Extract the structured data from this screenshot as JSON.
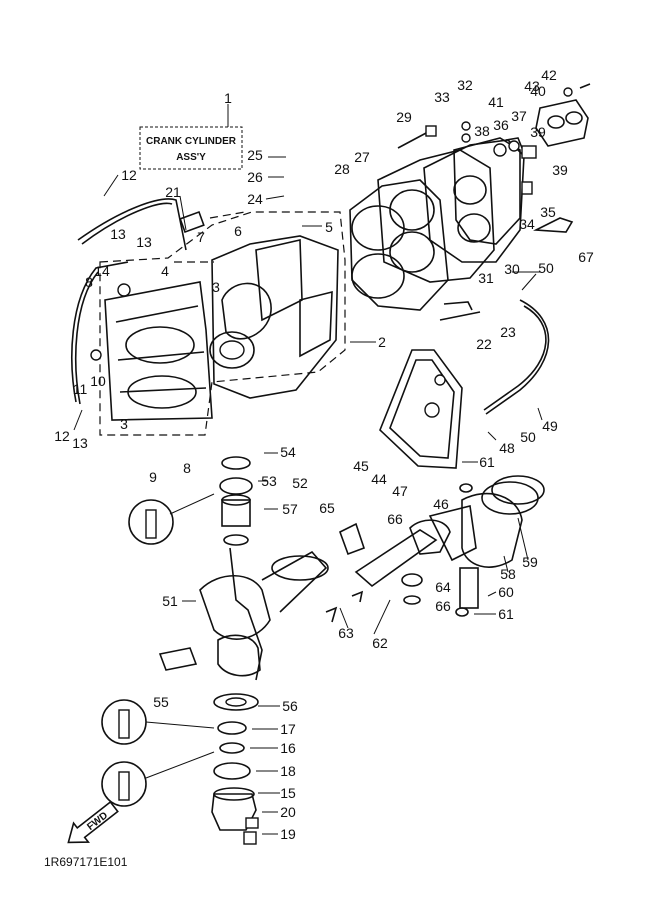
{
  "diagram": {
    "title_box": {
      "line1": "CRANK CYLINDER",
      "line2": "ASS'Y"
    },
    "code": "1R697171E101",
    "fwd_label": "FWD",
    "callouts": [
      "1",
      "2",
      "3",
      "3",
      "4",
      "5",
      "6",
      "7",
      "8",
      "8",
      "9",
      "10",
      "11",
      "12",
      "12",
      "13",
      "13",
      "13",
      "14",
      "15",
      "16",
      "17",
      "18",
      "19",
      "20",
      "21",
      "22",
      "23",
      "24",
      "25",
      "26",
      "27",
      "28",
      "29",
      "30",
      "31",
      "32",
      "33",
      "34",
      "35",
      "36",
      "37",
      "38",
      "39",
      "39",
      "40",
      "41",
      "42",
      "43",
      "44",
      "45",
      "46",
      "47",
      "48",
      "49",
      "50",
      "50",
      "51",
      "52",
      "53",
      "54",
      "55",
      "56",
      "57",
      "58",
      "59",
      "60",
      "61",
      "61",
      "62",
      "63",
      "64",
      "65",
      "66",
      "66",
      "67"
    ]
  }
}
